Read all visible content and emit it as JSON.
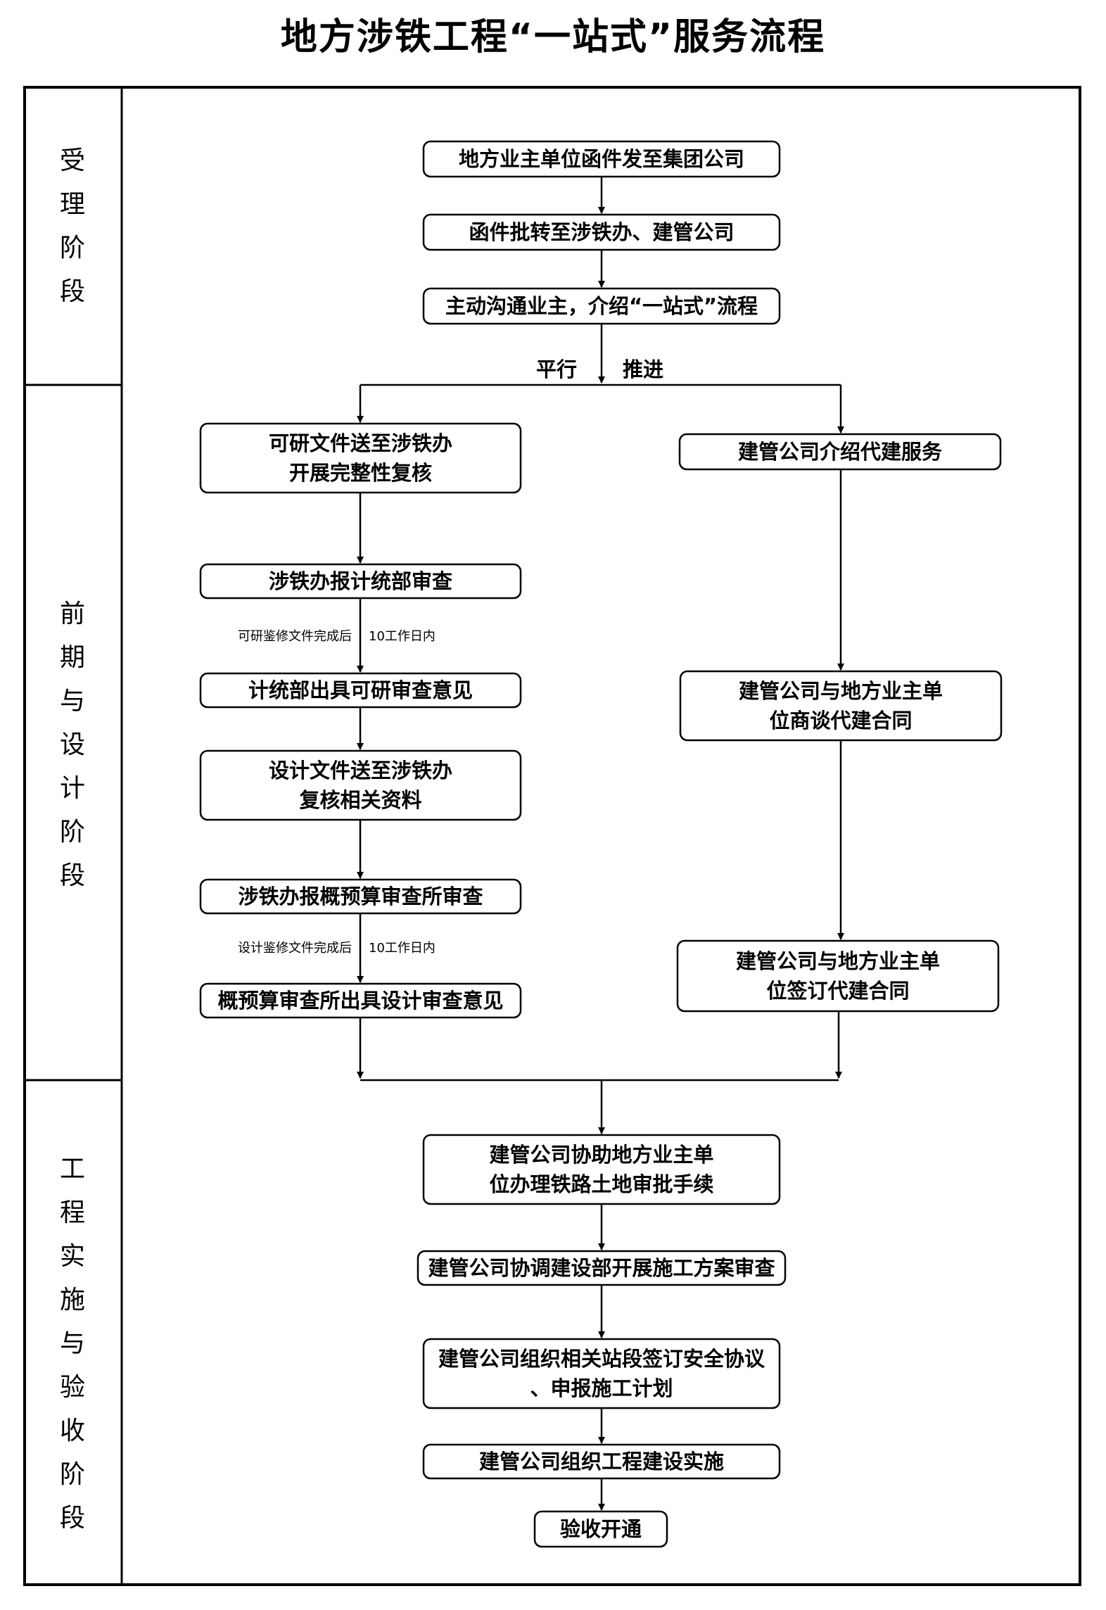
{
  "title": "地方涉铁工程“一站式”服务流程",
  "stages": [
    {
      "id": "stage-accept",
      "label": "受理阶段"
    },
    {
      "id": "stage-design",
      "label": "前期与设计阶段"
    },
    {
      "id": "stage-build",
      "label": "工程实施与验收阶段"
    }
  ],
  "nodes": {
    "n1": "地方业主单位函件发至集团公司",
    "n2": "函件批转至涉铁办、建管公司",
    "n3": "主动沟通业主，介绍“一站式”流程",
    "l1": "可研文件送至涉铁办开展完整性复核",
    "l2": "涉铁办报计统部审查",
    "l3": "计统部出具可研审查意见",
    "l4": "设计文件送至涉铁办复核相关资料",
    "l5": "涉铁办报概预算审查所审查",
    "l6": "概预算审查所出具设计审查意见",
    "r1": "建管公司介绍代建服务",
    "r2": "建管公司与地方业主单位商谈代建合同",
    "r3": "建管公司与地方业主单位签订代建合同",
    "b1": "建管公司协助地方业主单位办理铁路土地审批手续",
    "b2": "建管公司协调建设部开展施工方案审查",
    "b3": "建管公司组织相关站段签订安全协议、申报施工计划",
    "b4": "建管公司组织工程建设实施",
    "b5": "验收开通"
  },
  "edge_labels": {
    "split_left": "平行",
    "split_right": "推进",
    "note1_left": "可研鉴修文件完成后",
    "note1_right": "10工作日内",
    "note2_left": "设计鉴修文件完成后",
    "note2_right": "10工作日内"
  }
}
